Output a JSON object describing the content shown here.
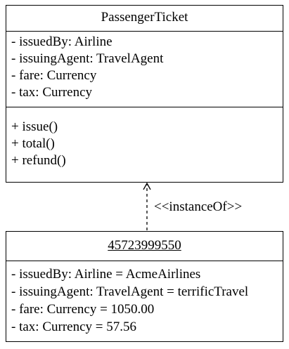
{
  "class_box": {
    "name": "PassengerTicket",
    "attributes": [
      "- issuedBy: Airline",
      "- issuingAgent: TravelAgent",
      "- fare: Currency",
      "- tax: Currency"
    ],
    "operations": [
      "+ issue()",
      "+ total()",
      "+ refund()"
    ]
  },
  "relationship": {
    "stereotype": "<<instanceOf>>"
  },
  "object_box": {
    "name": "45723999550",
    "attributes": [
      "- issuedBy: Airline = AcmeAirlines",
      "- issuingAgent: TravelAgent = terrificTravel",
      "- fare: Currency = 1050.00",
      "- tax: Currency = 57.56"
    ]
  }
}
